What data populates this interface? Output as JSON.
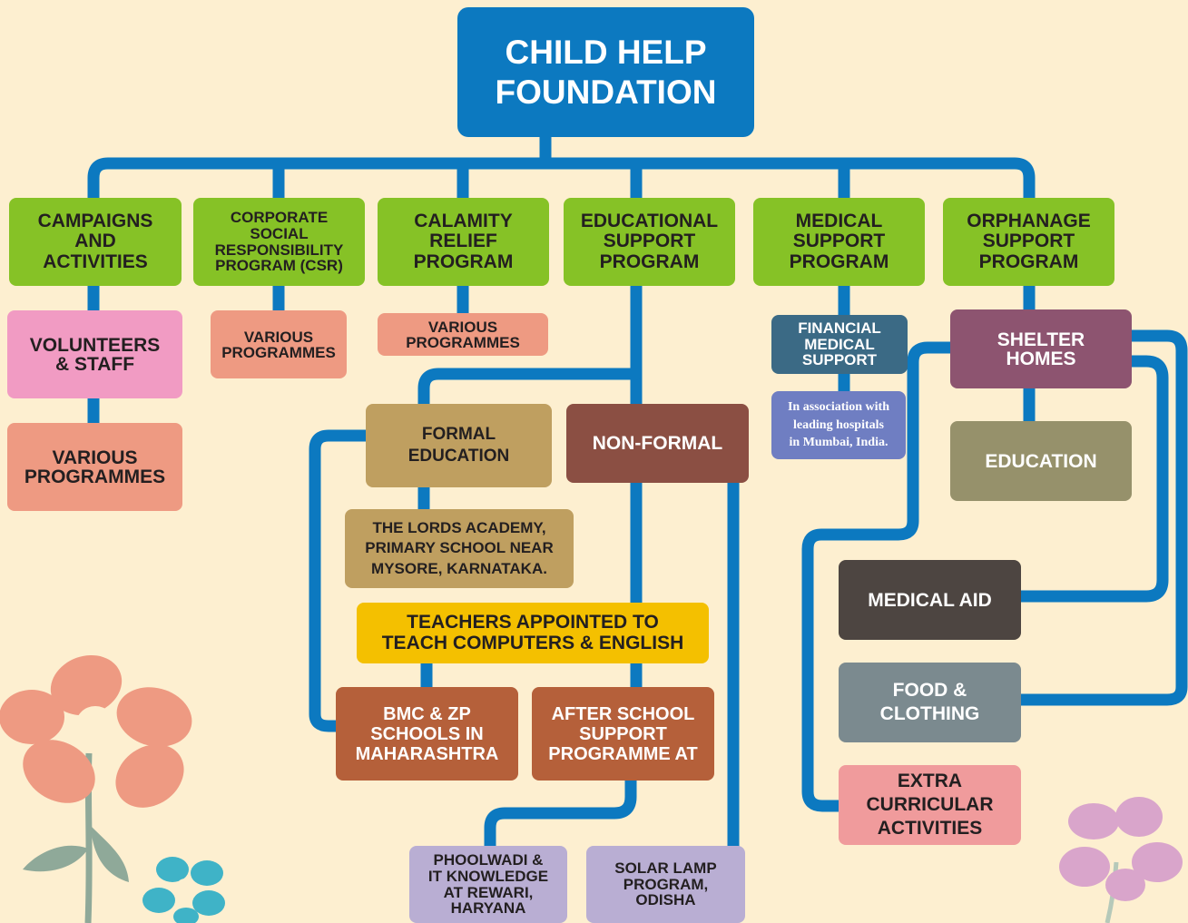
{
  "title": "CHILD HELP\nFOUNDATION",
  "programs": {
    "campaigns": "CAMPAIGNS\nAND\nACTIVITIES",
    "csr": "CORPORATE\nSOCIAL\nRESPONSIBILITY\nPROGRAM (CSR)",
    "calamity": "CALAMITY\nRELIEF\nPROGRAM",
    "educational": "EDUCATIONAL\nSUPPORT\nPROGRAM",
    "medical": "MEDICAL\nSUPPORT\nPROGRAM",
    "orphanage": "ORPHANAGE\nSUPPORT\nPROGRAM"
  },
  "campaigns": {
    "volunteers": "VOLUNTEERS\n& STAFF",
    "various": "VARIOUS\nPROGRAMMES"
  },
  "csr": {
    "various": "VARIOUS\nPROGRAMMES"
  },
  "calamity": {
    "various": "VARIOUS\nPROGRAMMES"
  },
  "education": {
    "formal": "FORMAL\nEDUCATION",
    "nonformal": "NON-FORMAL",
    "lords_academy": "THE LORDS ACADEMY,\nPRIMARY SCHOOL NEAR\nMYSORE, KARNATAKA.",
    "teachers": "TEACHERS APPOINTED TO\nTEACH COMPUTERS & ENGLISH",
    "bmc": "BMC & ZP\nSCHOOLS IN\nMAHARASHTRA",
    "after_school": "AFTER SCHOOL\nSUPPORT\nPROGRAMME AT",
    "phoolwadi": "PHOOLWADI &\nIT KNOWLEDGE\nAT REWARI,\nHARYANA",
    "solar": "SOLAR LAMP\nPROGRAM,\nODISHA"
  },
  "medical": {
    "financial": "FINANCIAL\nMEDICAL\nSUPPORT",
    "hospitals": "In association with\nleading hospitals\nin Mumbai, India."
  },
  "orphanage": {
    "shelter": "SHELTER\nHOMES",
    "education": "EDUCATION",
    "medical_aid": "MEDICAL AID",
    "food": "FOOD &\nCLOTHING",
    "extra": "EXTRA\nCURRICULAR\nACTIVITIES"
  },
  "colors": {
    "connector": "#0c79c0",
    "background": "#fdefd0",
    "program_green": "#86c226"
  }
}
